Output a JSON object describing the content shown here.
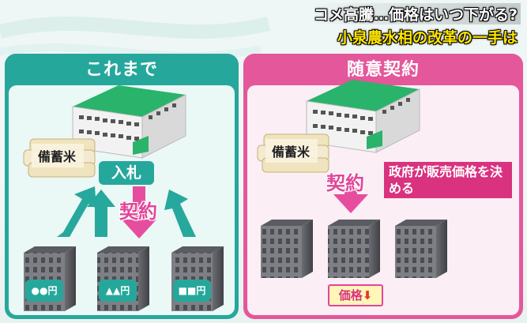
{
  "headline": {
    "line1": "コメ高騰…価格はいつ下がる?",
    "line2": "小泉農水相の改革の一手は"
  },
  "left_panel": {
    "title": "これまで",
    "rice_label": "備蓄米",
    "bid_label": "入札",
    "contract_label": "契約",
    "prices": [
      "●●円",
      "▲▲円",
      "■■円"
    ]
  },
  "right_panel": {
    "title": "随意契約",
    "rice_label": "備蓄米",
    "contract_label": "契約",
    "gov_note": "政府が販売価格を決める",
    "price_tag": "価格",
    "price_arrow": "⬇"
  },
  "colors": {
    "teal": "#26a79c",
    "pink": "#e4579a",
    "headline_yellow": "#ffe600"
  }
}
